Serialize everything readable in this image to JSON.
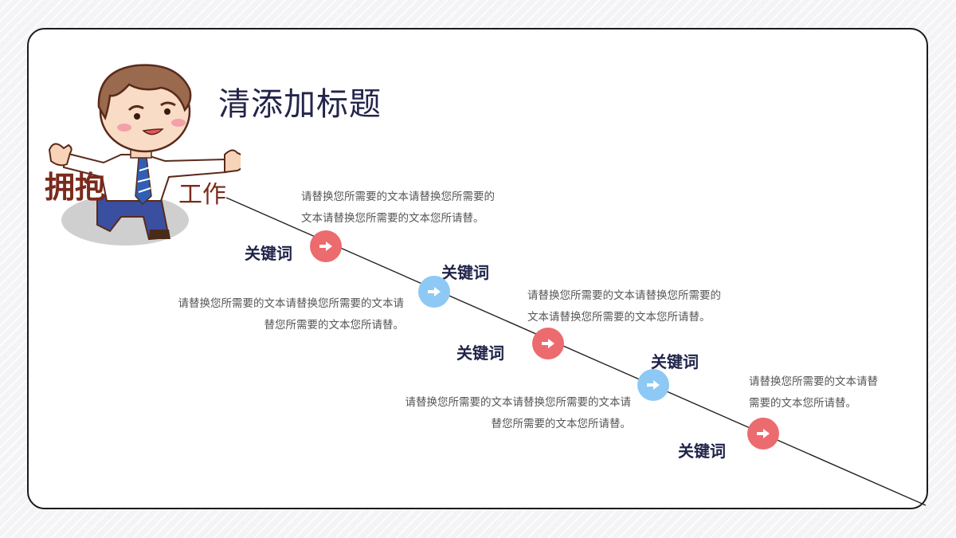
{
  "slide": {
    "title": "清添加标题",
    "banner": {
      "left_text": "拥抱",
      "right_text": "工作"
    },
    "steps": [
      {
        "keyword": "关键词",
        "description": "请替换您所需要的文本请替换您所需要的\n文本请替换您所需要的文本您所请替。",
        "color": "#ec6b6e",
        "icon": "arrow-right-icon"
      },
      {
        "keyword": "关键词",
        "description": "请替换您所需要的文本请替换您所需要的文本请\n替您所需要的文本您所请替。",
        "color": "#8ec9f5",
        "icon": "arrow-right-icon"
      },
      {
        "keyword": "关键词",
        "description": "请替换您所需要的文本请替换您所需要的\n文本请替换您所需要的文本您所请替。",
        "color": "#ec6b6e",
        "icon": "arrow-right-icon"
      },
      {
        "keyword": "关键词",
        "description": "请替换您所需要的文本请替换您所需要的文本请\n替您所需要的文本您所请替。",
        "color": "#8ec9f5",
        "icon": "arrow-right-icon"
      },
      {
        "keyword": "关键词",
        "description": "请替换您所需要的文本请替\n需要的文本您所请替。",
        "color": "#ec6b6e",
        "icon": "arrow-right-icon"
      }
    ],
    "colors": {
      "title": "#24244a",
      "keyword": "#20244a",
      "line": "#222222",
      "card_border": "#1b1b1b"
    }
  }
}
